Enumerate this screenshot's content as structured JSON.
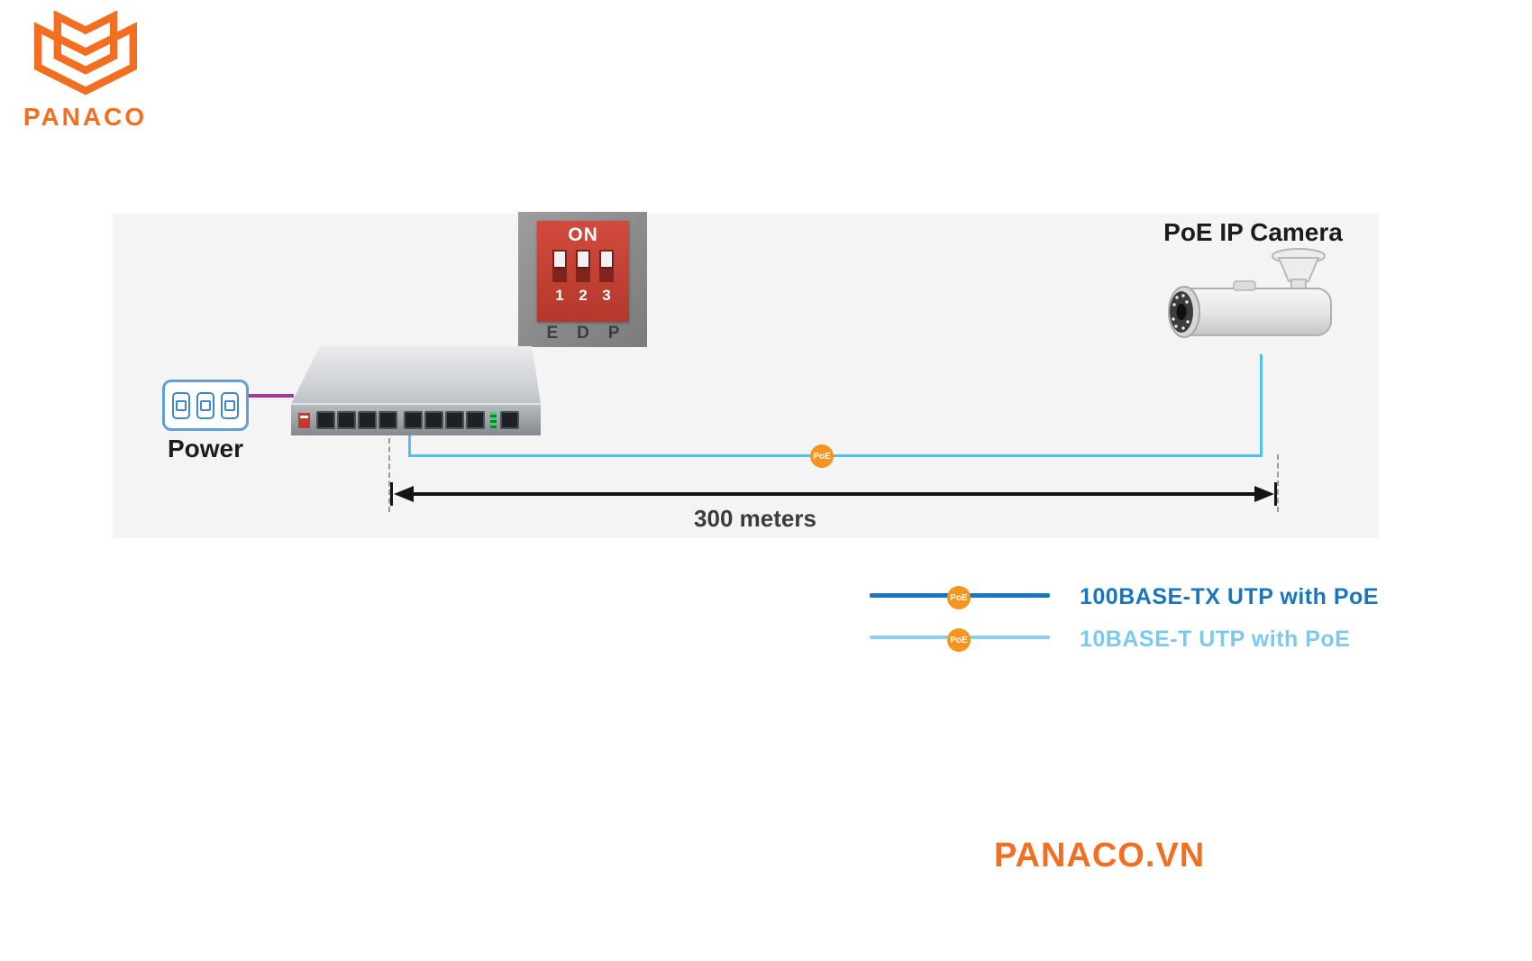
{
  "brand": {
    "logo_text": "PANACO",
    "footer_text": "PANACO.VN"
  },
  "diagram": {
    "power": {
      "label": "Power"
    },
    "camera": {
      "label": "PoE IP Camera"
    },
    "distance": {
      "label": "300 meters"
    },
    "cable_badge": "PoE",
    "dip_switch": {
      "on_label": "ON",
      "positions": [
        "1",
        "2",
        "3"
      ],
      "pins": [
        "E",
        "D",
        "P"
      ]
    }
  },
  "legend": {
    "items": [
      {
        "label": "100BASE-TX UTP with PoE",
        "badge": "PoE",
        "color": "#1B75BC"
      },
      {
        "label": "10BASE-T UTP with PoE",
        "badge": "PoE",
        "color": "#7CC9EC"
      }
    ]
  },
  "colors": {
    "accent_orange": "#F26F21",
    "poe_badge_orange": "#F7941D",
    "cable_blue": "#4FC1EA",
    "power_line_purple": "#A43A97",
    "band_gray": "#F4F4F5"
  }
}
